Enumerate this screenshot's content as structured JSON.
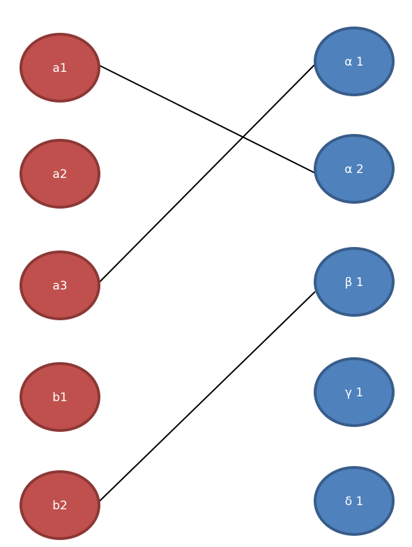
{
  "colors": {
    "left_fill": "#c0504d",
    "left_stroke": "#8c3836",
    "right_fill": "#4f81bd",
    "right_stroke": "#385d8a",
    "edge": "#000000"
  },
  "left_nodes": [
    {
      "id": "a1",
      "label": "a1"
    },
    {
      "id": "a2",
      "label": "a2"
    },
    {
      "id": "a3",
      "label": "a3"
    },
    {
      "id": "b1",
      "label": "b1"
    },
    {
      "id": "b2",
      "label": "b2"
    }
  ],
  "right_nodes": [
    {
      "id": "alpha1",
      "label": "α 1"
    },
    {
      "id": "alpha2",
      "label": "α 2"
    },
    {
      "id": "beta1",
      "label": "β 1"
    },
    {
      "id": "gamma1",
      "label": "γ 1"
    },
    {
      "id": "delta1",
      "label": "δ 1"
    }
  ],
  "edges": [
    {
      "from": "a1",
      "to": "alpha2"
    },
    {
      "from": "a3",
      "to": "alpha1"
    },
    {
      "from": "b2",
      "to": "beta1"
    }
  ]
}
